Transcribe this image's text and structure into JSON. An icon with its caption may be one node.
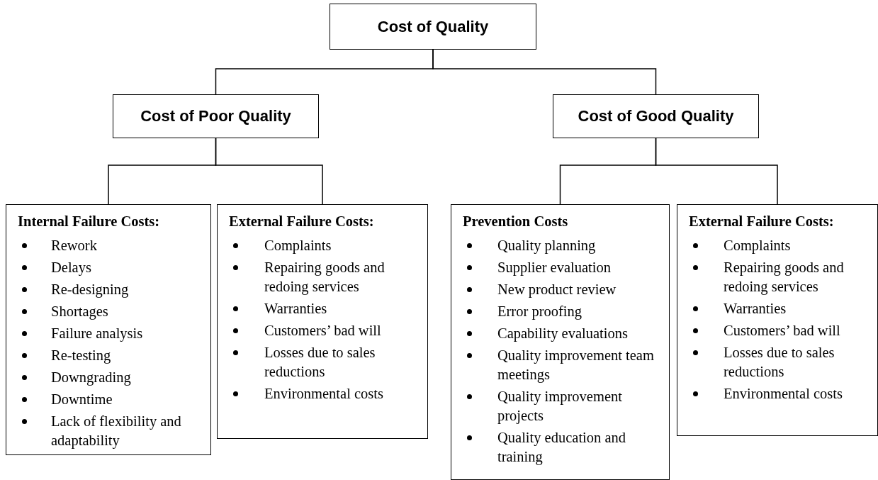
{
  "diagram": {
    "nodes": [
      {
        "text": [
          "Cost of Quality"
        ]
      },
      {
        "text": [
          "Cost of Poor Quality"
        ]
      },
      {
        "text": [
          "Cost of Good Quality"
        ]
      },
      {
        "text": [
          "Internal Failure Costs:",
          "Rework",
          "Delays",
          "Re-designing",
          "Shortages",
          "Failure analysis",
          "Re-testing",
          "Downgrading",
          "Downtime",
          "Lack of flexibility and adaptability"
        ]
      },
      {
        "text": [
          "External Failure Costs:",
          "Complaints",
          "Repairing goods and redoing services",
          "Warranties",
          "Customers’ bad will",
          "Losses due to sales reductions",
          "Environmental costs"
        ]
      },
      {
        "text": [
          "Prevention Costs",
          "Quality planning",
          "Supplier evaluation",
          "New product review",
          "Error proofing",
          "Capability evaluations",
          "Quality improvement team meetings",
          "Quality improvement projects",
          "Quality education and training"
        ]
      },
      {
        "text": [
          "External Failure Costs:",
          "Complaints",
          "Repairing goods and redoing services",
          "Warranties",
          "Customers’ bad will",
          "Losses due to sales reductions",
          "Environmental costs"
        ]
      }
    ],
    "edges": [
      {
        "from": 0,
        "to": 1,
        "arrow": "none"
      },
      {
        "from": 0,
        "to": 2,
        "arrow": "none"
      },
      {
        "from": 1,
        "to": 3,
        "arrow": "none"
      },
      {
        "from": 1,
        "to": 4,
        "arrow": "none"
      },
      {
        "from": 2,
        "to": 5,
        "arrow": "none"
      },
      {
        "from": 2,
        "to": 6,
        "arrow": "none"
      }
    ]
  }
}
